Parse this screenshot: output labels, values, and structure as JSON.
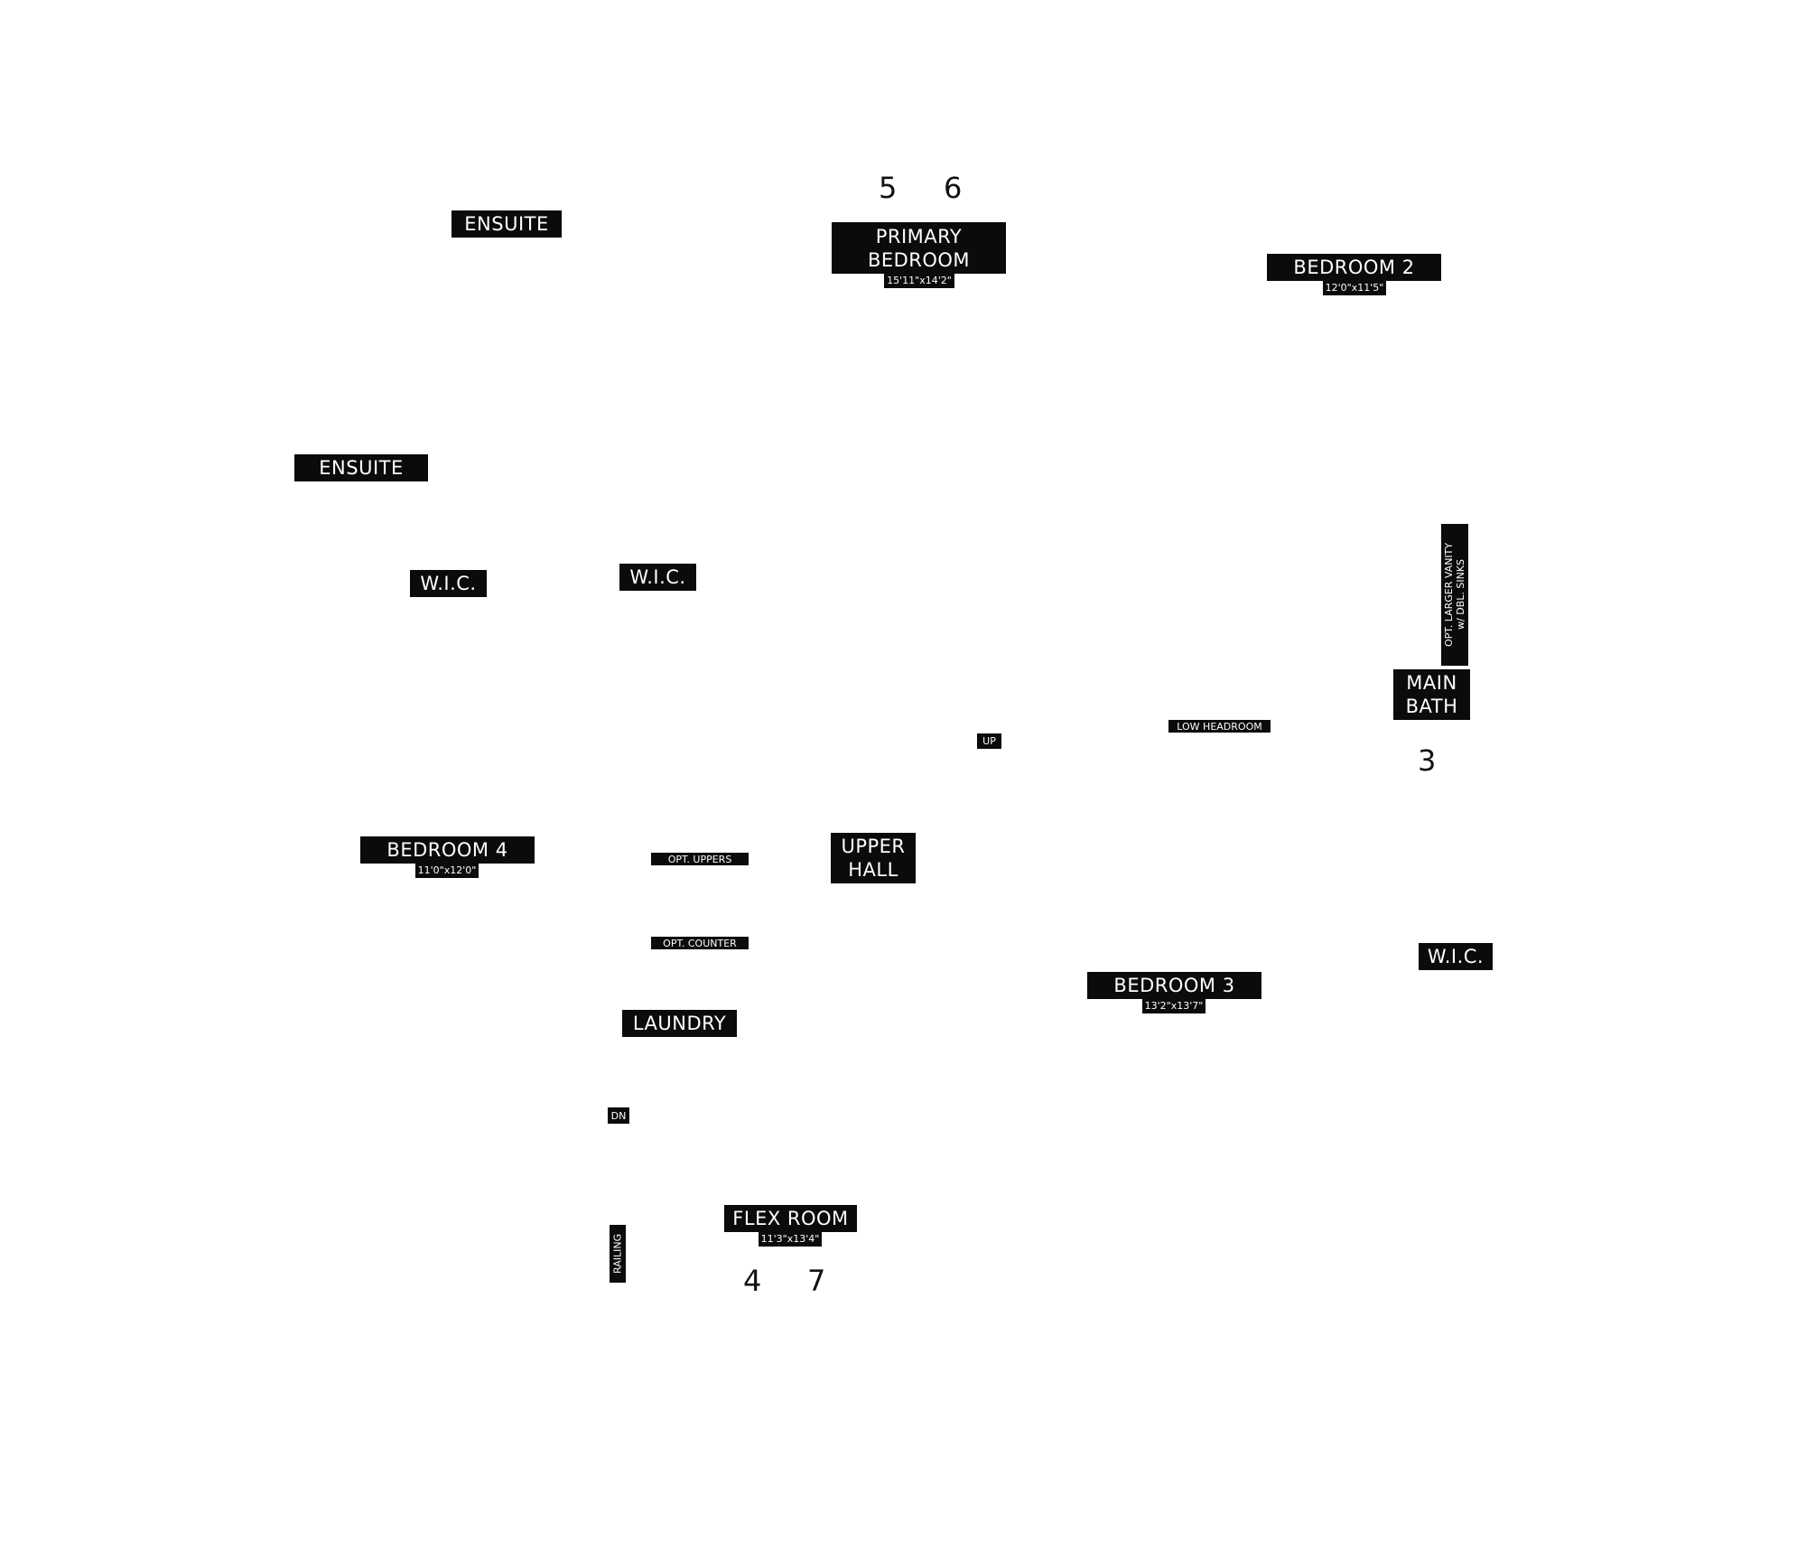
{
  "labels": {
    "ensuite_top": "ENSUITE",
    "ensuite_left": "ENSUITE",
    "primary_bedroom": {
      "line1": "PRIMARY",
      "line2": "BEDROOM",
      "dim": "15'11\"x14'2\""
    },
    "bedroom2": {
      "name": "BEDROOM 2",
      "dim": "12'0\"x11'5\""
    },
    "wic_left": "W.I.C.",
    "wic_mid": "W.I.C.",
    "wic_right": "W.I.C.",
    "opt_vanity": {
      "line1": "OPT. LARGER VANITY",
      "line2": "w/ DBL. SINKS"
    },
    "main_bath": {
      "line1": "MAIN",
      "line2": "BATH"
    },
    "low_headroom": "LOW HEADROOM",
    "up": "UP",
    "bedroom4": {
      "name": "BEDROOM 4",
      "dim": "11'0\"x12'0\""
    },
    "opt_uppers": "OPT. UPPERS",
    "upper_hall": {
      "line1": "UPPER",
      "line2": "HALL"
    },
    "opt_counter": "OPT. COUNTER",
    "bedroom3": {
      "name": "BEDROOM 3",
      "dim": "13'2\"x13'7\""
    },
    "laundry": "LAUNDRY",
    "dn": "DN",
    "railing": "RAILING",
    "flex_room": {
      "name": "FLEX ROOM",
      "dim": "11'3\"x13'4\""
    }
  },
  "markers": [
    "5",
    "6",
    "3",
    "4",
    "7"
  ]
}
